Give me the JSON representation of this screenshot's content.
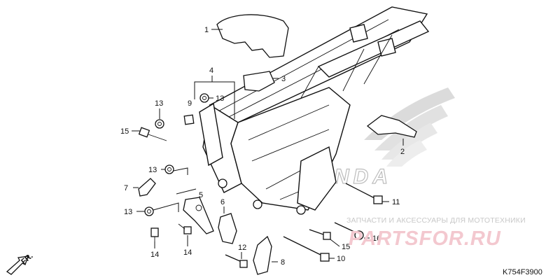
{
  "diagram": {
    "code": "K754F3900",
    "direction_label": "FR.",
    "parts": [
      {
        "id": "p1",
        "number": "1"
      },
      {
        "id": "p2",
        "number": "2"
      },
      {
        "id": "p3",
        "number": "3"
      },
      {
        "id": "p4",
        "number": "4"
      },
      {
        "id": "p5",
        "number": "5"
      },
      {
        "id": "p6",
        "number": "6"
      },
      {
        "id": "p7",
        "number": "7"
      },
      {
        "id": "p8",
        "number": "8"
      },
      {
        "id": "p9",
        "number": "9"
      },
      {
        "id": "p10",
        "number": "10"
      },
      {
        "id": "p11",
        "number": "11"
      },
      {
        "id": "p12",
        "number": "12"
      },
      {
        "id": "p13a",
        "number": "13"
      },
      {
        "id": "p13b",
        "number": "13"
      },
      {
        "id": "p13c",
        "number": "13"
      },
      {
        "id": "p13d",
        "number": "13"
      },
      {
        "id": "p14a",
        "number": "14"
      },
      {
        "id": "p14b",
        "number": "14"
      },
      {
        "id": "p15a",
        "number": "15"
      },
      {
        "id": "p15b",
        "number": "15"
      },
      {
        "id": "p16",
        "number": "16"
      }
    ]
  },
  "watermark": {
    "tagline": "ЗАПЧАСТИ И АКСЕССУАРЫ ДЛЯ МОТОТЕХНИКИ",
    "brand": "PARTSFOR.RU",
    "logo_text": "HONDA",
    "tagline_color": "#c8c8c8",
    "brand_color": "#f3c8cf"
  }
}
